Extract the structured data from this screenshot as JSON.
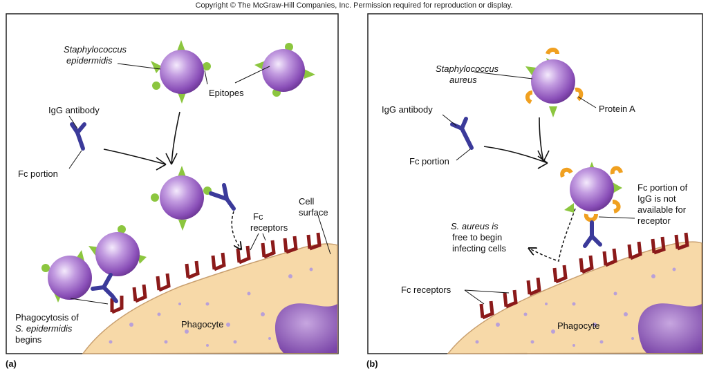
{
  "copyright": "Copyright © The McGraw-Hill Companies, Inc. Permission required for reproduction or display.",
  "panel_a": {
    "letter": "(a)",
    "staph_line1": "Staphylococcus",
    "staph_line2": "epidermidis",
    "epitopes": "Epitopes",
    "igg": "IgG antibody",
    "fc_portion": "Fc portion",
    "fc_receptors_line1": "Fc",
    "fc_receptors_line2": "receptors",
    "cell_surface_line1": "Cell",
    "cell_surface_line2": "surface",
    "phago_line1": "Phagocytosis of",
    "phago_line2": "S. epidermidis",
    "phago_line3": "begins",
    "phagocyte": "Phagocyte"
  },
  "panel_b": {
    "letter": "(b)",
    "staph_line1": "Staphylococcus",
    "staph_line2": "aureus",
    "protein_a": "Protein A",
    "igg": "IgG antibody",
    "fc_portion": "Fc portion",
    "fc_unavail_line1": "Fc portion of",
    "fc_unavail_line2": "IgG is not",
    "fc_unavail_line3": "available for",
    "fc_unavail_line4": "receptor",
    "free_line1": "S. aureus is",
    "free_line2": "free to begin",
    "free_line3": "infecting cells",
    "fc_receptors": "Fc receptors",
    "phagocyte": "Phagocyte"
  },
  "colors": {
    "bacterium": "#8a4fb8",
    "epitope": "#8cc63f",
    "antibody": "#3b3a9a",
    "receptor": "#8b1a1a",
    "protein_a": "#f0a020",
    "phagocyte": "#f7d9a8"
  }
}
